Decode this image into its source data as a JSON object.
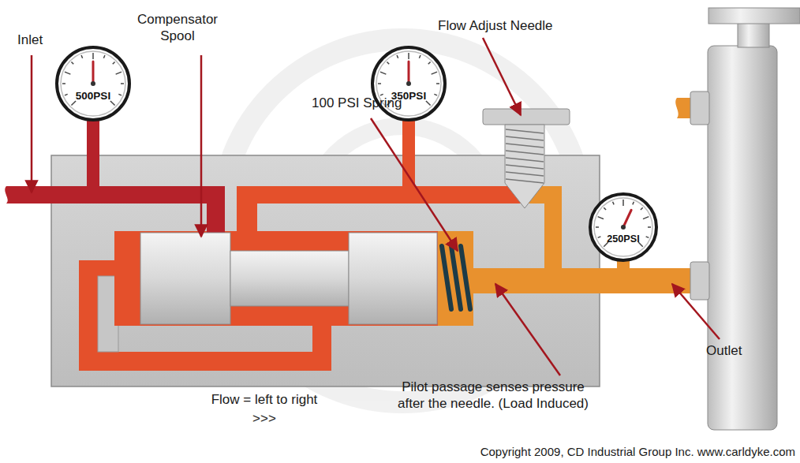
{
  "diagram": {
    "nodes": [
      {
        "text": [
          "500PSI"
        ]
      },
      {
        "text": [
          "350PSI"
        ]
      },
      {
        "text": [
          "250PSI"
        ]
      }
    ],
    "labels": [
      "Inlet",
      "Compensator Spool",
      "Flow Adjust Needle",
      "100 PSI Spring",
      "Outlet",
      "Pilot passage senses pressure after the needle. (Load Induced)",
      "Flow = left to right",
      ">>>",
      "Copyright 2009, CD Industrial Group Inc. www.carldyke.com"
    ]
  }
}
